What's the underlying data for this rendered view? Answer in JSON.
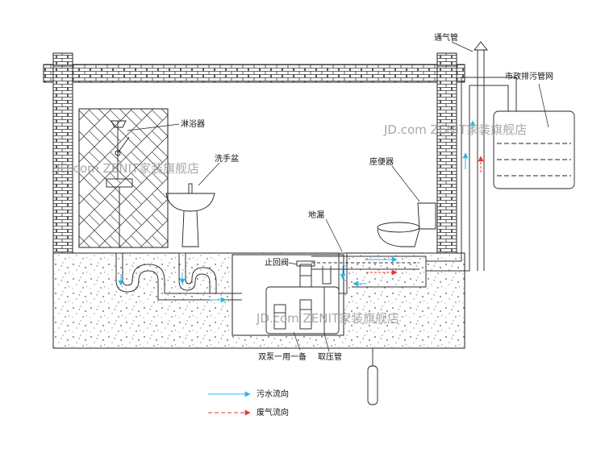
{
  "labels": {
    "vent_pipe": "通气管",
    "municipal_sewer": "市政排污管网",
    "shower": "淋浴器",
    "washbasin": "洗手盆",
    "toilet": "座便器",
    "floor_drain": "地漏",
    "check_valve": "止回阀",
    "dual_pump": "双泵一用一备",
    "pressure_pipe": "取压管"
  },
  "legend": {
    "sewage_flow": "污水流向",
    "exhaust_flow": "废气流向"
  },
  "watermark": "JD.com ZENIT家装旗舰店",
  "colors": {
    "sewage_arrow": "#29b6e8",
    "exhaust_arrow": "#e53935",
    "line": "#222222"
  }
}
